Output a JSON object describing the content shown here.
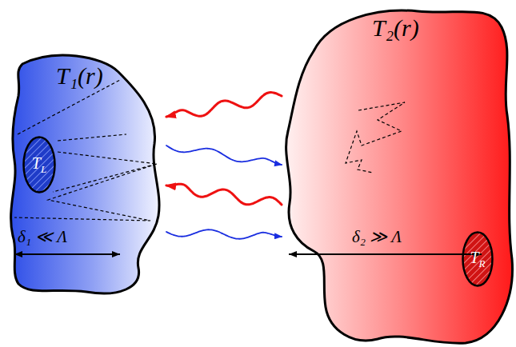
{
  "diagram": {
    "nodes": [
      {
        "text": [
          "T₁(r)"
        ]
      },
      {
        "text": [
          "TL"
        ],
        "in": 0
      },
      {
        "text": [
          "T₂(r)"
        ]
      },
      {
        "text": [
          "TR"
        ],
        "in": 2
      }
    ],
    "edges": [
      {
        "from": 2,
        "to": 0,
        "arrow": "to"
      },
      {
        "from": 0,
        "to": 2,
        "arrow": "to"
      },
      {
        "from": 2,
        "to": 0,
        "arrow": "to"
      },
      {
        "from": 0,
        "to": 2,
        "arrow": "to"
      }
    ],
    "labels": [
      "δ₁ ≪ Λ",
      "δ₂ ≫ Λ"
    ]
  }
}
